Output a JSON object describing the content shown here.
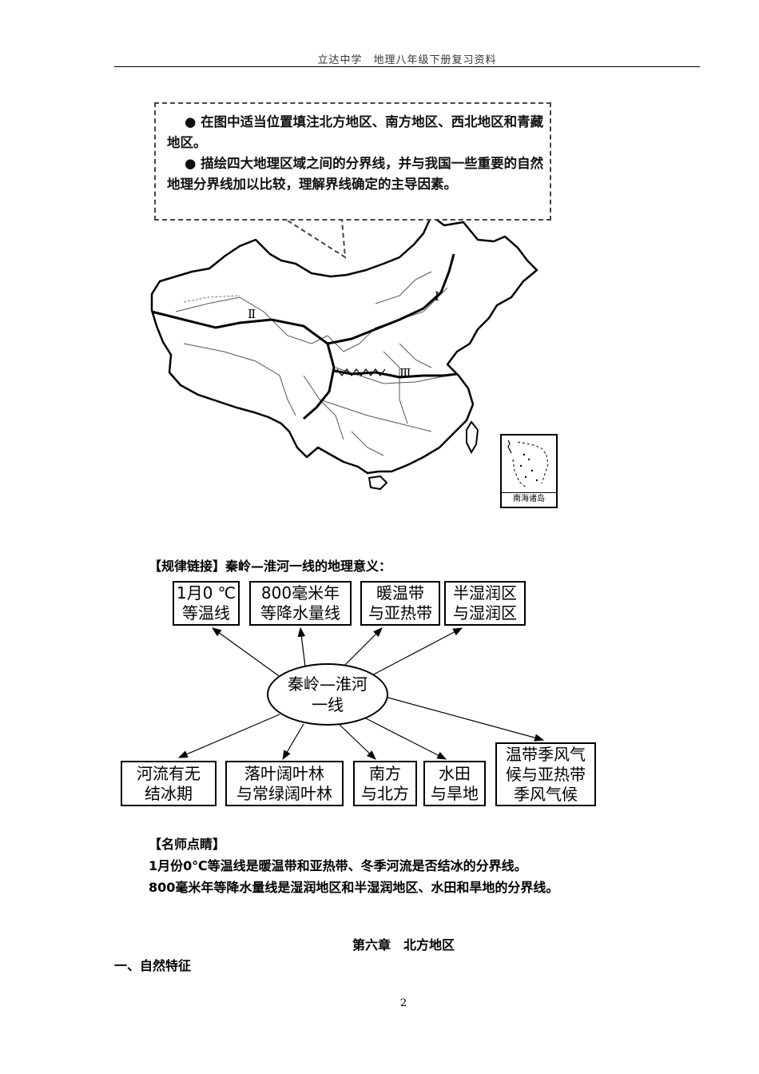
{
  "header": {
    "title": "立达中学　地理八年级下册复习资料"
  },
  "callout": {
    "bullet1": "● 在图中适当位置填注北方地区、南方地区、西北地区和青藏地区。",
    "bullet2": "● 描绘四大地理区域之间的分界线，并与我国一些重要的自然地理分界线加以比较，理解界线确定的主导因素。"
  },
  "map": {
    "labels": [
      "Ⅰ",
      "Ⅱ",
      "Ⅲ"
    ],
    "inset_label": "南海诸岛"
  },
  "law_link": {
    "title": "【规律链接】秦岭—淮河一线的地理意义：",
    "center": [
      "秦岭—淮河",
      "一线"
    ],
    "top_boxes": [
      [
        "1月0 ℃",
        "等温线"
      ],
      [
        "800毫米年",
        "等降水量线"
      ],
      [
        "暖温带",
        "与亚热带"
      ],
      [
        "半湿润区",
        "与湿润区"
      ]
    ],
    "bottom_boxes": [
      [
        "河流有无",
        "结冰期"
      ],
      [
        "落叶阔叶林",
        "与常绿阔叶林"
      ],
      [
        "南方",
        "与北方"
      ],
      [
        "水田",
        "与旱地"
      ],
      [
        "温带季风气",
        "候与亚热带",
        "季风气候"
      ]
    ]
  },
  "teacher_note": {
    "title": "【名师点睛】",
    "line1": "1月份0℃等温线是暖温带和亚热带、冬季河流是否结冰的分界线。",
    "line2": "800毫米年等降水量线是湿润地区和半湿润地区、水田和旱地的分界线。"
  },
  "chapter": {
    "title": "第六章　北方地区"
  },
  "subsection": {
    "title": "一、自然特征"
  },
  "page_number": "2"
}
